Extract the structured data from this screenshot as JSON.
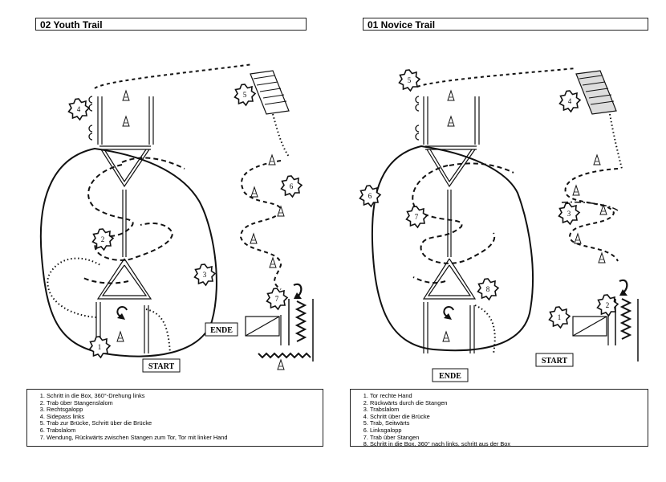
{
  "left": {
    "title": "02 Youth Trail",
    "start_label": "START",
    "ende_label": "ENDE",
    "markers": [
      "1",
      "2",
      "3",
      "4",
      "5",
      "6",
      "7"
    ],
    "steps": [
      "Schritt in die Box, 360°-Drehung links",
      "Trab über Stangenslalom",
      "Rechtsgalopp",
      "Sidepass links",
      "Trab zur Brücke, Schritt über die Brücke",
      "Trabslalom",
      "Wendung, Rückwärts zwischen Stangen zum Tor, Tor mit linker Hand"
    ]
  },
  "right": {
    "title": "01 Novice Trail",
    "start_label": "START",
    "ende_label": "ENDE",
    "markers": [
      "1",
      "2",
      "3",
      "4",
      "5",
      "6",
      "7",
      "8"
    ],
    "steps": [
      "Tor rechte Hand",
      "Rückwärts durch die Stangen",
      "Trabslalom",
      "Schritt über die Brücke",
      "Trab, Seitwärts",
      "Linksgalopp",
      "Trab über Stangen",
      "Schritt in die Box, 360° nach links, schritt aus der Box"
    ]
  }
}
